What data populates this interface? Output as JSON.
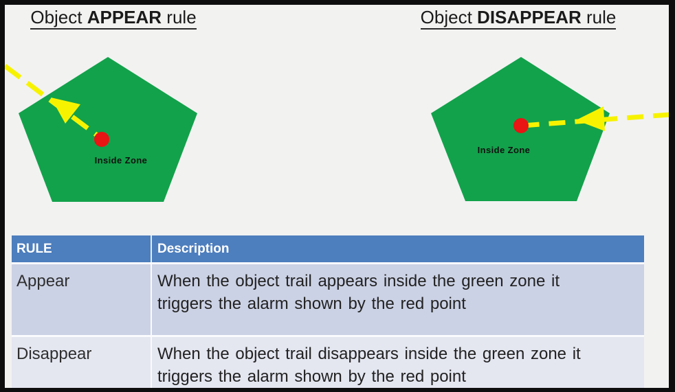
{
  "panels": {
    "appear": {
      "title_prefix": "Object ",
      "title_emphasis": "APPEAR",
      "title_suffix": " rule",
      "zone_label": "Inside Zone"
    },
    "disappear": {
      "title_prefix": "Object ",
      "title_emphasis": "DISAPPEAR",
      "title_suffix": " rule",
      "zone_label": "Inside Zone"
    }
  },
  "table": {
    "header": {
      "rule": "RULE",
      "description": "Description"
    },
    "rows": [
      {
        "rule": "Appear",
        "description_line1": "When the object trail appears inside the green zone it",
        "description_line2": "triggers the alarm shown by the red point"
      },
      {
        "rule": "Disappear",
        "description_line1": "When the object trail disappears inside the green zone it",
        "description_line2": "triggers the alarm shown by the red point"
      }
    ]
  },
  "colors": {
    "zone_green": "#12a24b",
    "trail_yellow": "#f7f300",
    "alarm_red": "#e91414",
    "table_header_blue": "#4d7ebd",
    "table_row1_bg": "#ccd2e5",
    "table_row2_bg": "#e4e6f0"
  }
}
